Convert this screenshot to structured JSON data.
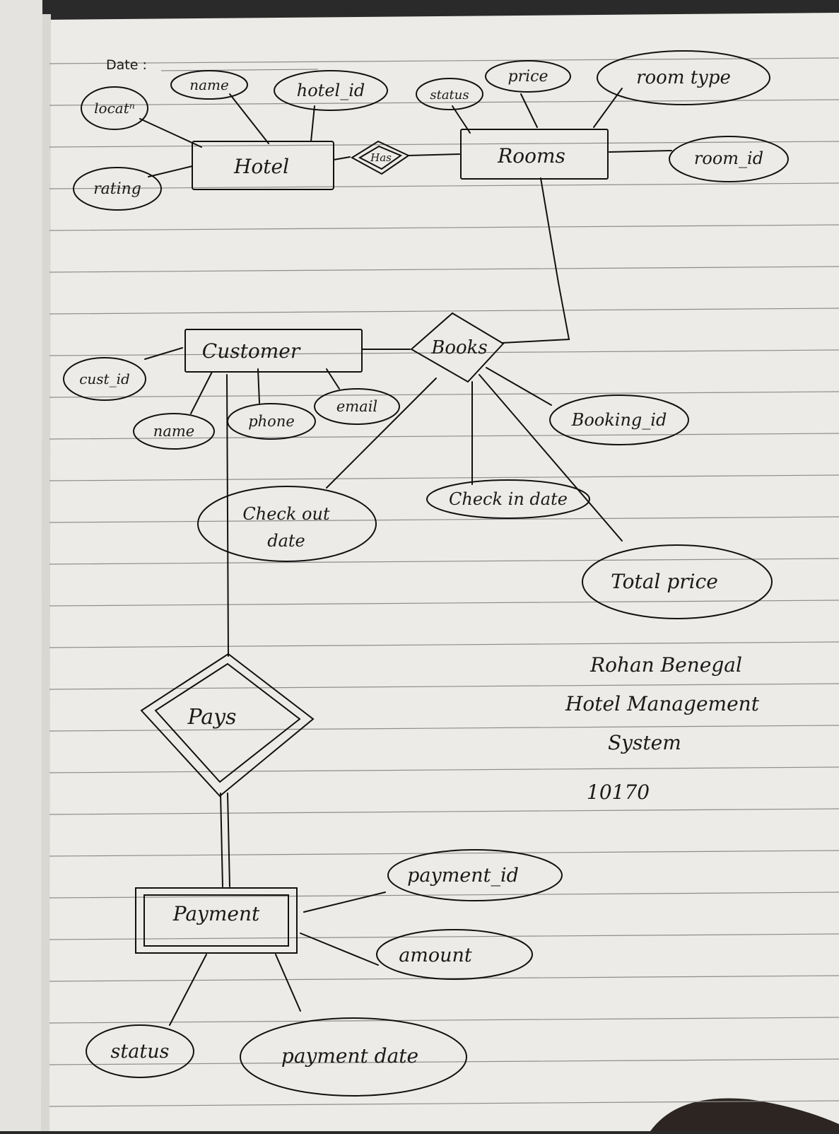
{
  "header": {
    "date_label": "Date :"
  },
  "entities": {
    "hotel": "Hotel",
    "rooms": "Rooms",
    "customer": "Customer",
    "payment": "Payment"
  },
  "relationships": {
    "has": "Has",
    "books": "Books",
    "pays": "Pays"
  },
  "attributes": {
    "hotel_location": "locatⁿ",
    "hotel_name": "name",
    "hotel_id": "hotel_id",
    "hotel_rating": "rating",
    "room_status": "status",
    "room_price": "price",
    "room_type": "room type",
    "room_id": "room_id",
    "cust_id": "cust_id",
    "cust_name": "name",
    "cust_phone": "phone",
    "cust_email": "email",
    "booking_id": "Booking_id",
    "checkout_line1": "Check out",
    "checkout_line2": "date",
    "checkin_date": "Check in date",
    "total_price": "Total price",
    "payment_id": "payment_id",
    "amount": "amount",
    "payment_status": "status",
    "payment_date": "payment date"
  },
  "note": {
    "line1": "Rohan Benegal",
    "line2": "Hotel Management",
    "line3": "System",
    "line4": "10170"
  }
}
